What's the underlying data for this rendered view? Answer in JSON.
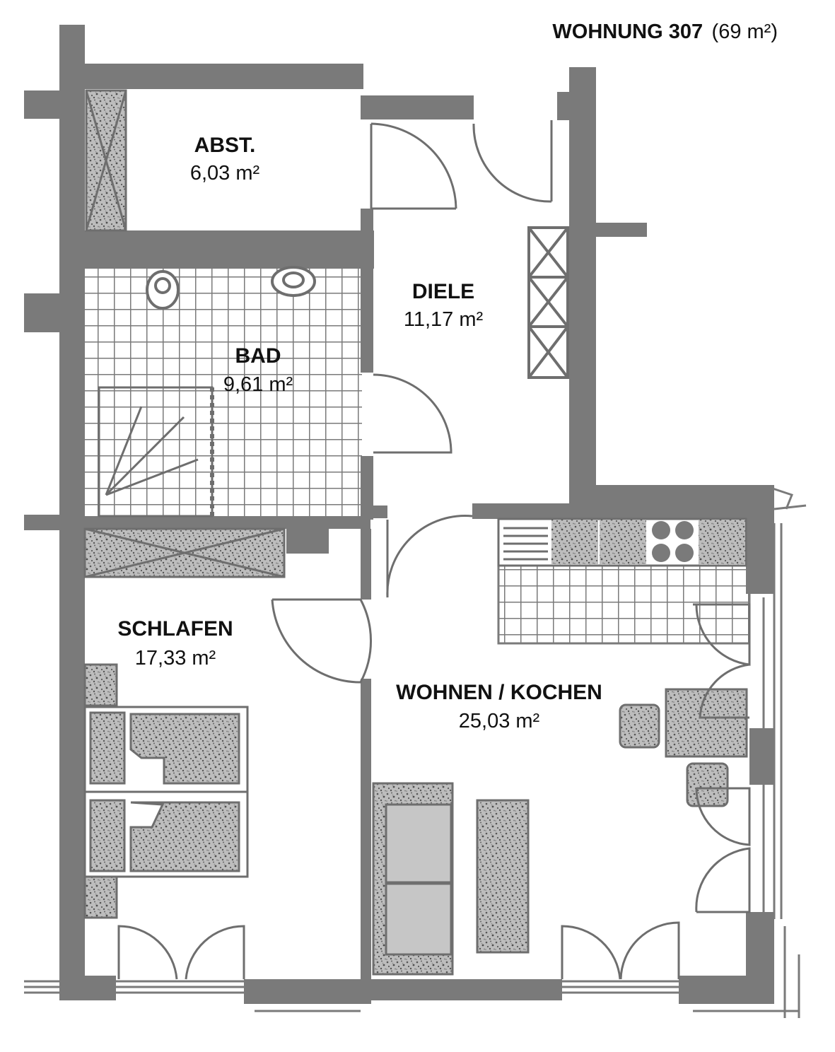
{
  "header": {
    "title": "WOHNUNG 307",
    "size": "(69 m²)"
  },
  "rooms": [
    {
      "id": "abstellraum",
      "name": "ABST.",
      "area": "6,03 m²"
    },
    {
      "id": "diele",
      "name": "DIELE",
      "area": "11,17 m²"
    },
    {
      "id": "bad",
      "name": "BAD",
      "area": "9,61 m²"
    },
    {
      "id": "schlafen",
      "name": "SCHLAFEN",
      "area": "17,33 m²"
    },
    {
      "id": "wohnen-kochen",
      "name": "WOHNEN / KOCHEN",
      "area": "25,03 m²"
    }
  ],
  "colors": {
    "wall": "#7a7a7a",
    "furniture_fill": "#b3b3b3",
    "line": "#6e6e6e",
    "text": "#111111"
  }
}
